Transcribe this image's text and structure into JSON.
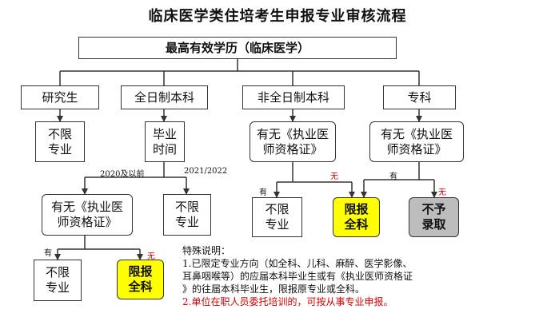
{
  "title": "临床医学类住培考生申报专业审核流程",
  "nodes": {
    "top": "最高有效学历（临床医学）",
    "graduate": "研究生",
    "fulltime_bachelor": "全日制本科",
    "parttime_bachelor": "非全日制本科",
    "junior_college": "专科",
    "unlimited_1": "不限\n专业",
    "grad_time": "毕业\n时间",
    "cert_check_parttime": "有无《执业医\n师资格证》",
    "cert_check_college": "有无《执业医\n师资格证》",
    "cert_check_fulltime": "有无《执业医\n师资格证》",
    "unlimited_2": "不限\n专业",
    "unlimited_3": "不限\n专业",
    "limited_general_1": "限报\n全科",
    "not_admitted": "不予\n录取",
    "unlimited_4": "不限\n专业",
    "limited_general_2": "限报\n全科"
  },
  "edge_labels": {
    "year_2020": "2020及以前",
    "year_2021": "2021/2022",
    "wu_1": "无",
    "you_1": "有",
    "you_2": "有",
    "wu_2": "无",
    "you_3": "有",
    "wu_3": "无"
  },
  "notes": {
    "heading": "特殊说明：",
    "line1a": "1.已限定专业方向（如全科、儿科、麻醉、医学影像、",
    "line1b": "耳鼻咽喉等）的应届本科毕业生或有《执业医师资格证",
    "line1c": "》的往届本科毕业生，限报原专业或全科。",
    "line2": "2.单位在职人员委托培训的，可按从事专业申报。"
  },
  "colors": {
    "highlight": "#ffff00",
    "rejected": "#bdbdbd",
    "note_red": "#d40000",
    "line": "#333333"
  }
}
